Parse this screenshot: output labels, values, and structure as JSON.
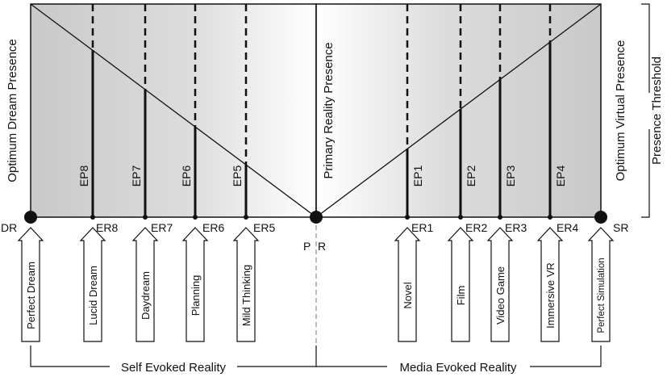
{
  "left_panel": {
    "vertical_title": "Optimum Dream Presence",
    "endpoint_label": "DR",
    "eps": [
      {
        "ep": "EP8",
        "er": "ER8",
        "arrow": "Lucid Dream"
      },
      {
        "ep": "EP7",
        "er": "ER7",
        "arrow": "Daydream"
      },
      {
        "ep": "EP6",
        "er": "ER6",
        "arrow": "Planning"
      },
      {
        "ep": "EP5",
        "er": "ER5",
        "arrow": "Mild Thinking"
      }
    ],
    "endpoint_arrow": "Perfect Dream",
    "bracket_label": "Self Evoked Reality"
  },
  "center": {
    "vertical_title": "Primary Reality Presence",
    "label_left": "P",
    "label_right": "R"
  },
  "right_panel": {
    "vertical_title": "Optimum Virtual Presence",
    "endpoint_label": "SR",
    "eps": [
      {
        "ep": "EP1",
        "er": "ER1",
        "arrow": "Novel"
      },
      {
        "ep": "EP2",
        "er": "ER2",
        "arrow": "Film"
      },
      {
        "ep": "EP3",
        "er": "ER3",
        "arrow": "Video Game"
      },
      {
        "ep": "EP4",
        "er": "ER4",
        "arrow": "Immersive VR"
      }
    ],
    "endpoint_arrow": "Perfect Simulation",
    "bracket_label": "Media Evoked Reality"
  },
  "threshold": {
    "label": "Presence Threshold"
  },
  "colors": {
    "dark_fill": "#cfcfcf",
    "light_fill": "#ffffff",
    "line": "#111111"
  }
}
